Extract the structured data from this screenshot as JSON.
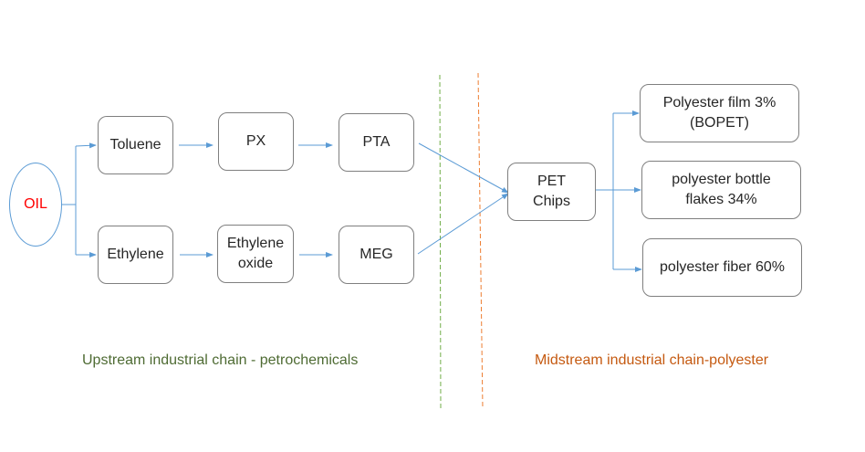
{
  "diagram": {
    "source": {
      "label": "OIL",
      "color": "#ff0000"
    },
    "upstream_nodes": {
      "toluene": "Toluene",
      "px": "PX",
      "pta": "PTA",
      "ethylene": "Ethylene",
      "ethylene_oxide_line1": "Ethylene",
      "ethylene_oxide_line2": "oxide",
      "meg": "MEG"
    },
    "midstream_nodes": {
      "pet_line1": "PET",
      "pet_line2": "Chips"
    },
    "products": [
      {
        "line1": "Polyester film 3%",
        "line2": "(BOPET)"
      },
      {
        "line1": "polyester bottle",
        "line2": "flakes 34%"
      },
      {
        "line1": "polyester fiber 60%",
        "line2": ""
      }
    ],
    "sections": {
      "upstream": {
        "label": "Upstream industrial chain - petrochemicals",
        "color": "#4e6b33"
      },
      "midstream": {
        "label": "Midstream industrial chain-polyester",
        "color": "#c55a11"
      }
    },
    "colors": {
      "arrow": "#5b9bd5",
      "upstream_divider": "#70ad47",
      "midstream_divider": "#ed7d31"
    }
  }
}
